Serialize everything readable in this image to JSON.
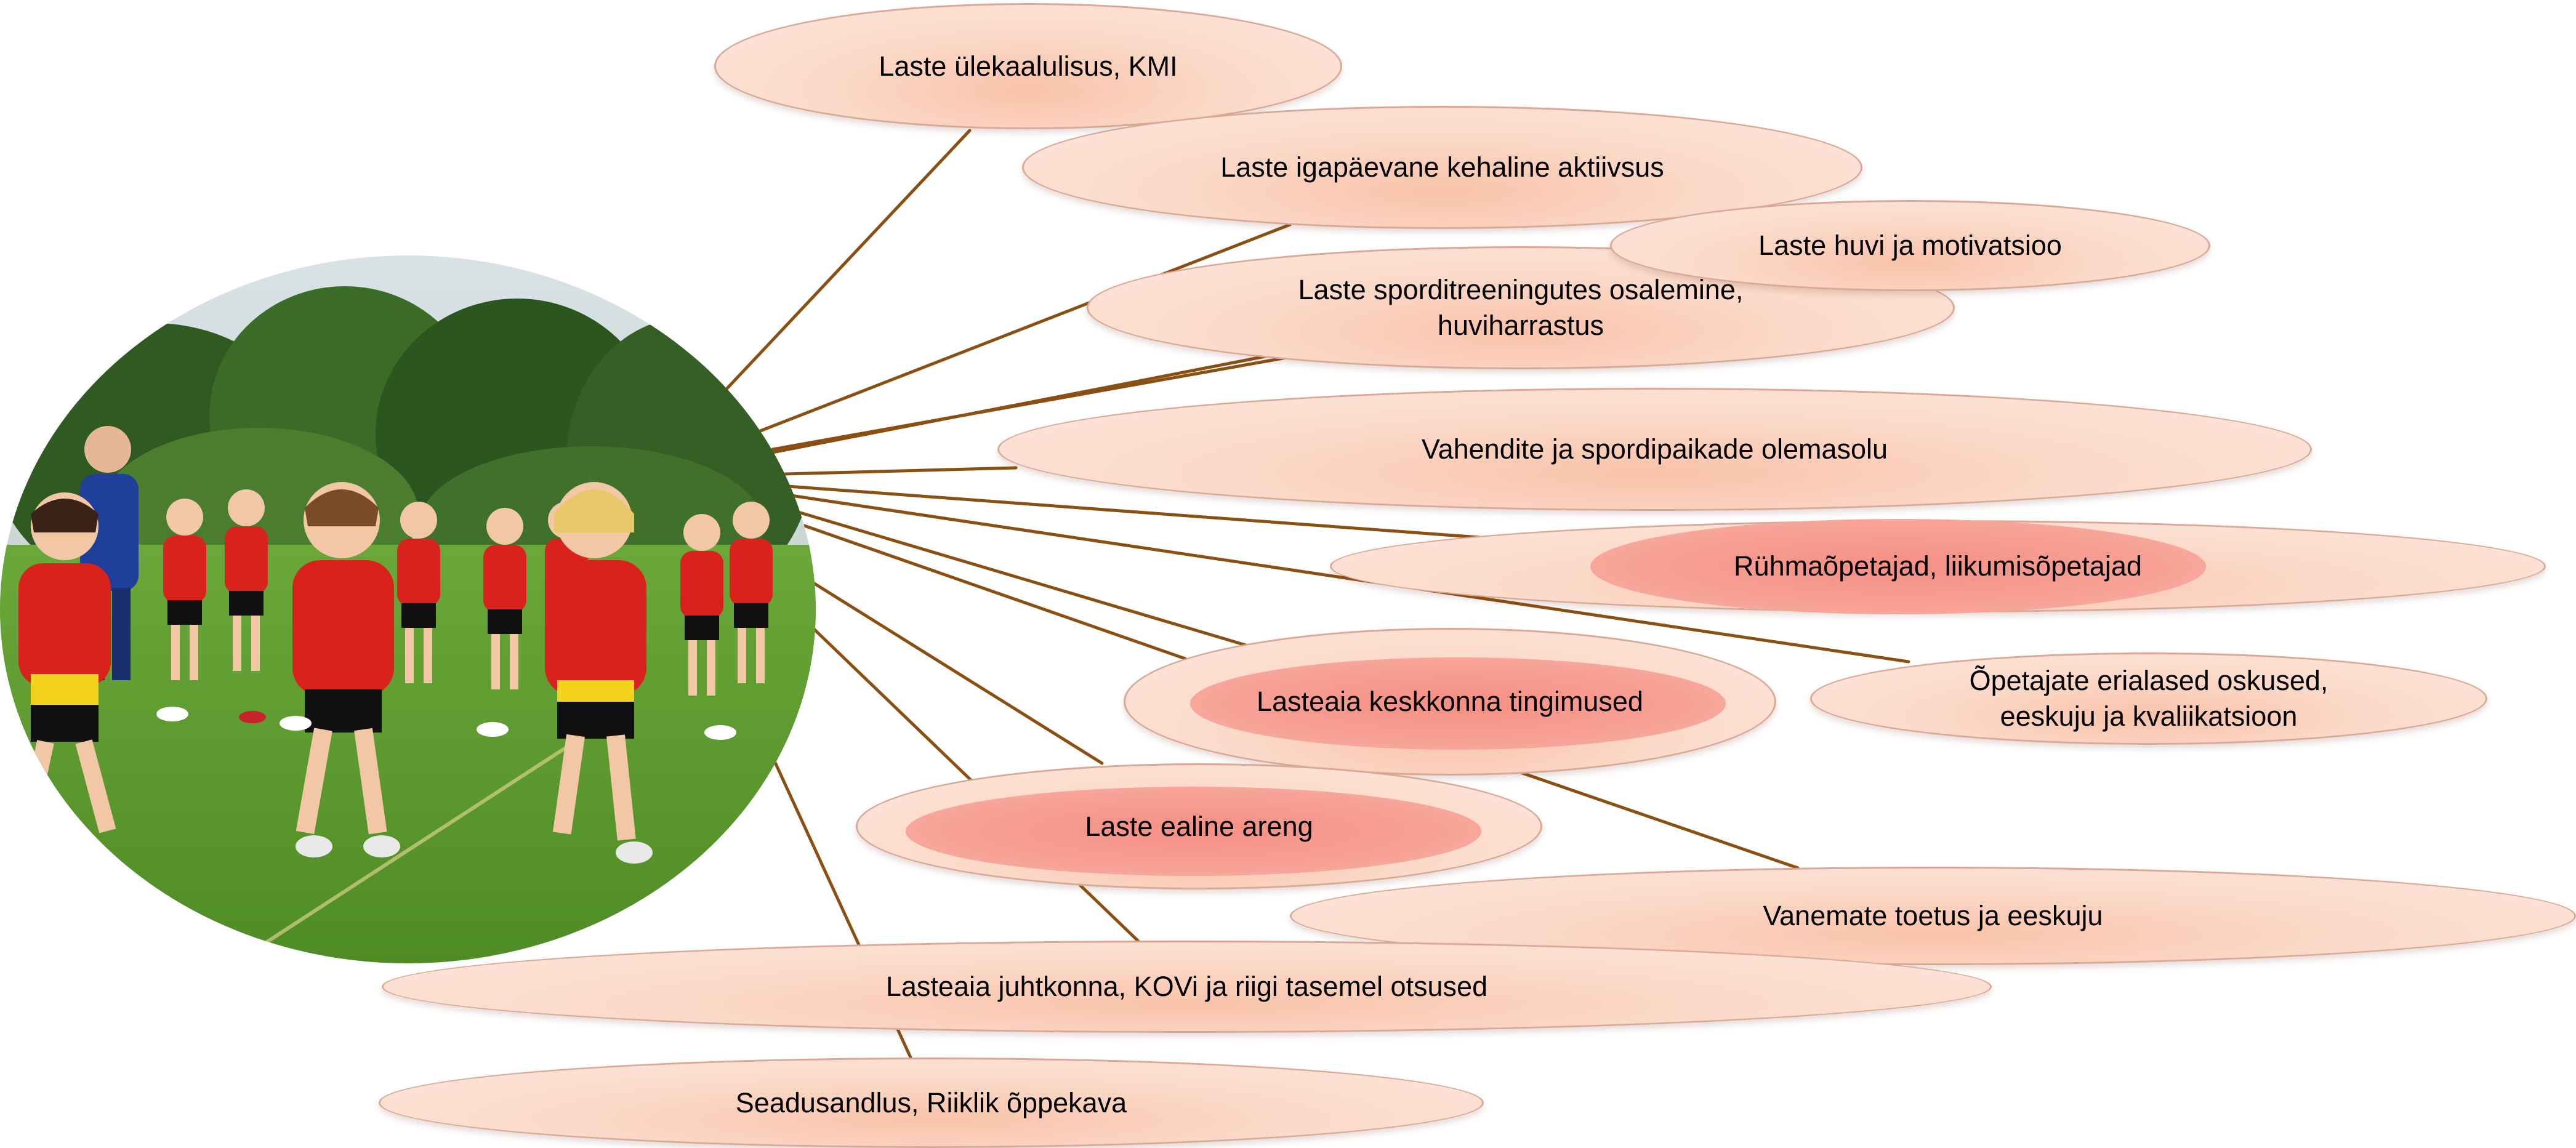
{
  "colors": {
    "connector": "#8a4f12",
    "bubble": "#fbd9c8",
    "bubble_border": "#d9a896",
    "highlight": "#f68f84",
    "text": "#000000"
  },
  "photo": {
    "description_icon": "children-running-photo"
  },
  "nodes": [
    {
      "id": "n1",
      "label": "Laste ülekaalulisus, KMI"
    },
    {
      "id": "n2",
      "label": "Laste igapäevane kehaline aktiivsus"
    },
    {
      "id": "n3",
      "label": "Laste sporditreeningutes osalemine,\nhuviharrastus"
    },
    {
      "id": "n4",
      "label": "Laste huvi ja motivatsioo"
    },
    {
      "id": "n5",
      "label": "Vahendite ja spordipaikade olemasolu"
    },
    {
      "id": "n6",
      "label": "Rühmaõpetajad, liikumisõpetajad"
    },
    {
      "id": "n7",
      "label": "Õpetajate erialased oskused,\neeskuju ja kvaliikatsioon"
    },
    {
      "id": "n8",
      "label": "Lasteaia keskkonna tingimused"
    },
    {
      "id": "n9",
      "label": "Laste ealine areng"
    },
    {
      "id": "n10",
      "label": "Vanemate toetus ja eeskuju"
    },
    {
      "id": "n11",
      "label": "Lasteaia juhtkonna, KOVi ja riigi tasemel otsused"
    },
    {
      "id": "n12",
      "label": "Seadusandlus, Riiklik õppekava"
    }
  ]
}
